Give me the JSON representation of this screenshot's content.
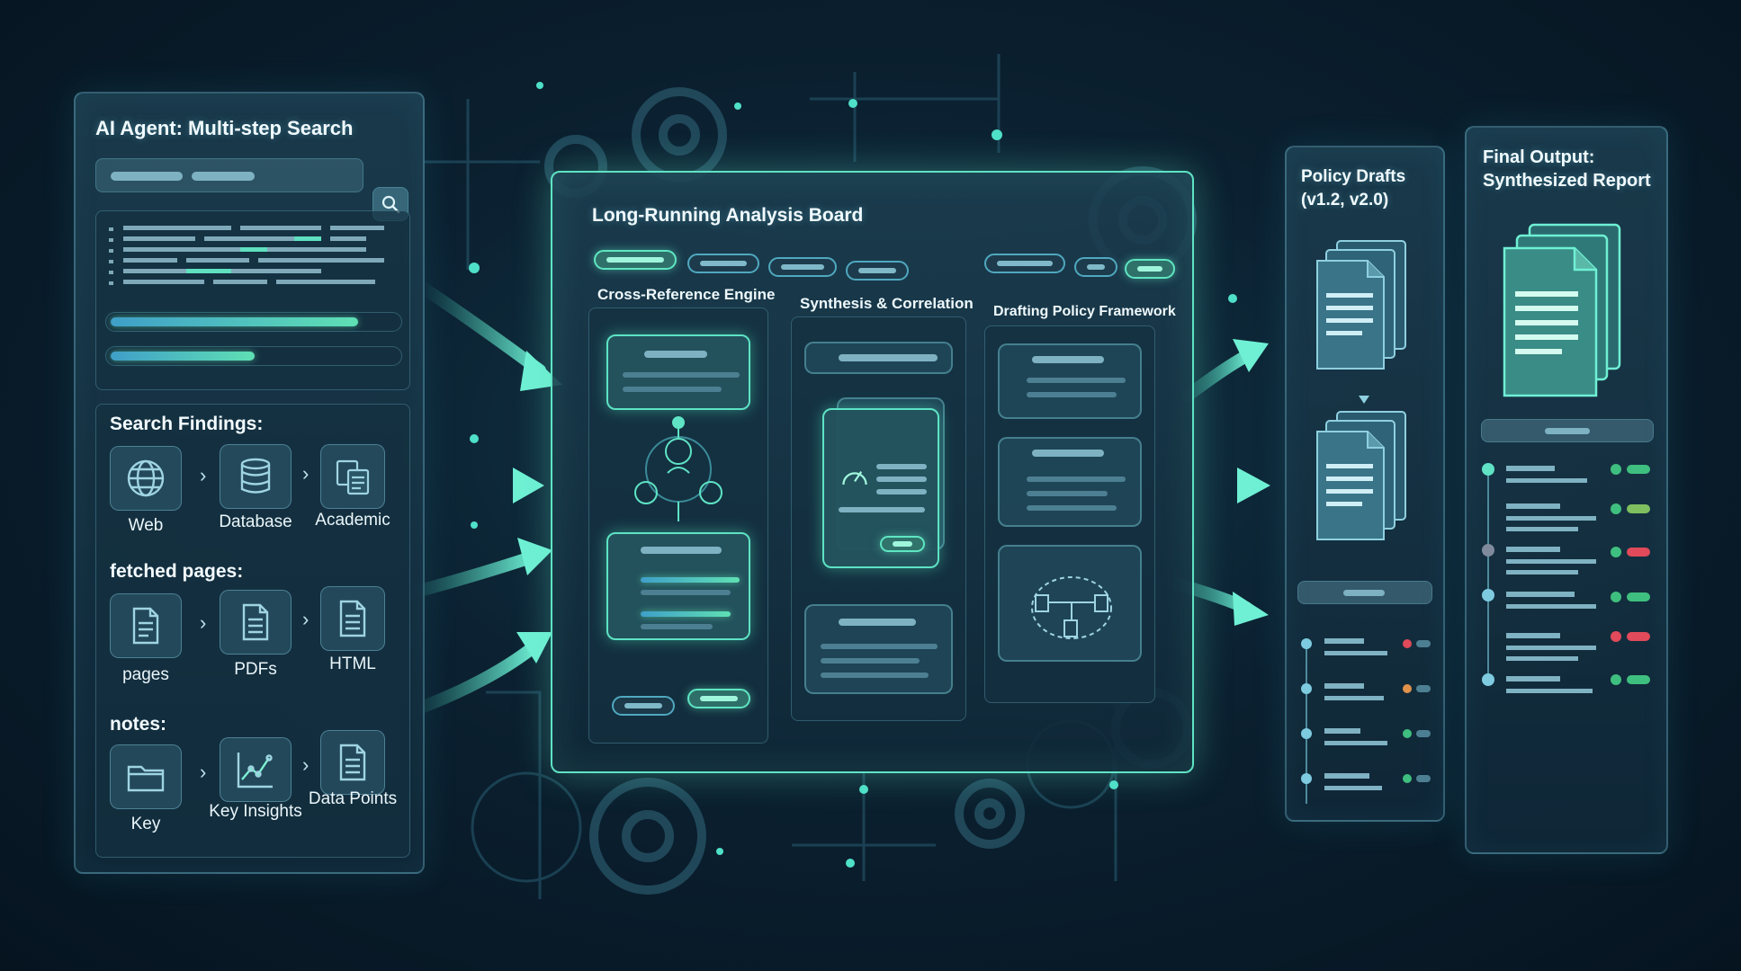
{
  "colors": {
    "accent": "#5fe3c4",
    "glow_line": "#49d9c0",
    "status_green": "#3fbf7f",
    "status_red": "#e04a5a",
    "status_amber": "#e0924a"
  },
  "search_panel": {
    "title": "AI Agent: Multi-step Search",
    "search_icon": "search-icon",
    "progress": [
      0.85,
      0.5
    ],
    "findings": {
      "heading": "Search Findings:",
      "items": [
        {
          "label": "Web",
          "icon": "globe-icon"
        },
        {
          "label": "Database",
          "icon": "database-icon"
        },
        {
          "label": "Academic",
          "icon": "academic-stack-icon"
        }
      ]
    },
    "fetched": {
      "heading": "fetched pages:",
      "items": [
        {
          "label": "pages",
          "icon": "page-icon"
        },
        {
          "label": "PDFs",
          "icon": "pdf-icon"
        },
        {
          "label": "HTML",
          "icon": "html-icon"
        }
      ]
    },
    "notes": {
      "heading": "notes:",
      "items": [
        {
          "label": "Key",
          "icon": "folder-icon"
        },
        {
          "label": "Key Insights",
          "icon": "chart-icon"
        },
        {
          "label": "Data Points",
          "icon": "document-icon"
        }
      ]
    }
  },
  "board": {
    "title": "Long-Running Analysis Board",
    "columns": [
      {
        "title": "Cross-Reference Engine"
      },
      {
        "title": "Synthesis & Correlation"
      },
      {
        "title": "Drafting Policy Framework"
      }
    ]
  },
  "drafts": {
    "title_line1": "Policy Drafts",
    "title_line2": "(v1.2, v2.0)"
  },
  "final": {
    "title_line1": "Final Output:",
    "title_line2": "Synthesized Report"
  }
}
